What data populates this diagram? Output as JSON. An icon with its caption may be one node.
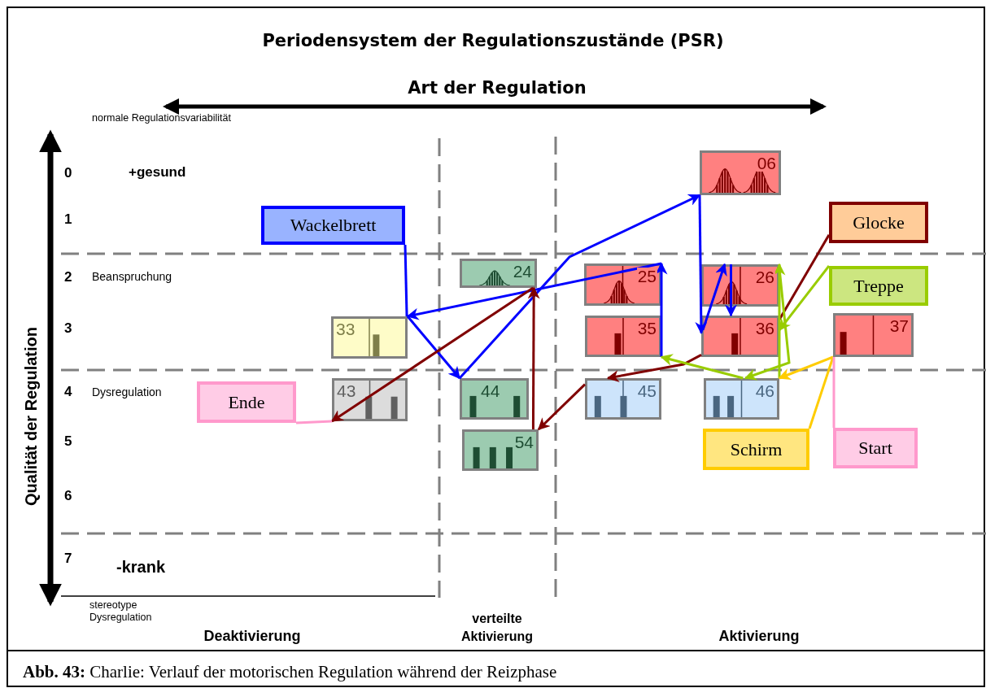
{
  "diagram": {
    "title": "Periodensystem der Regulationszustände (PSR)",
    "caption": "**Abb. 43:** Charlie: Verlauf der motorischen Regulation während der Reizphase",
    "nodes": [
      {
        "text": [
          "Wackelbrett"
        ]
      },
      {
        "text": [
          "Glocke"
        ]
      },
      {
        "text": [
          "Treppe"
        ]
      },
      {
        "text": [
          "Schirm"
        ]
      },
      {
        "text": [
          "Start"
        ]
      },
      {
        "text": [
          "Ende"
        ]
      },
      {
        "text": [
          "06"
        ]
      },
      {
        "text": [
          "24"
        ]
      },
      {
        "text": [
          "25"
        ]
      },
      {
        "text": [
          "26"
        ]
      },
      {
        "text": [
          "33"
        ]
      },
      {
        "text": [
          "35"
        ]
      },
      {
        "text": [
          "36"
        ]
      },
      {
        "text": [
          "37"
        ]
      },
      {
        "text": [
          "43"
        ]
      },
      {
        "text": [
          "44"
        ]
      },
      {
        "text": [
          "45"
        ]
      },
      {
        "text": [
          "46"
        ]
      },
      {
        "text": [
          "54"
        ]
      }
    ],
    "edges": [
      {
        "from": 0,
        "to": 10,
        "arrow": "none"
      },
      {
        "from": 10,
        "to": 15,
        "arrow": "to"
      },
      {
        "from": 15,
        "to": 6,
        "arrow": "to"
      },
      {
        "from": 6,
        "to": 12,
        "arrow": "to"
      },
      {
        "from": 12,
        "to": 9,
        "arrow": "to"
      },
      {
        "from": 9,
        "to": 12,
        "arrow": "to"
      },
      {
        "from": 11,
        "to": 8,
        "arrow": "to"
      },
      {
        "from": 8,
        "to": 10,
        "arrow": "to"
      },
      {
        "from": 1,
        "to": 12,
        "arrow": "none",
        "color": "#800000"
      },
      {
        "from": 12,
        "to": 16,
        "arrow": "to",
        "color": "#800000"
      },
      {
        "from": 16,
        "to": 18,
        "arrow": "to",
        "color": "#800000"
      },
      {
        "from": 18,
        "to": 7,
        "arrow": "to",
        "color": "#800000"
      },
      {
        "from": 7,
        "to": 14,
        "arrow": "to",
        "color": "#800000"
      },
      {
        "from": 2,
        "to": 12,
        "arrow": "to",
        "color": "#99cc00"
      },
      {
        "from": 17,
        "to": 9,
        "arrow": "to",
        "color": "#99cc00"
      },
      {
        "from": 9,
        "to": 17,
        "arrow": "to",
        "color": "#99cc00"
      },
      {
        "from": 17,
        "to": 11,
        "arrow": "to",
        "color": "#99cc00"
      },
      {
        "from": 3,
        "to": 13,
        "arrow": "none",
        "color": "#ffcc00"
      },
      {
        "from": 13,
        "to": 17,
        "arrow": "to",
        "color": "#ffcc00"
      },
      {
        "from": 4,
        "to": 13,
        "arrow": "none",
        "color": "#ff99cc"
      },
      {
        "from": 5,
        "to": 14,
        "arrow": "none",
        "color": "#ff99cc"
      }
    ],
    "labels": [
      "Art der Regulation",
      "normale Regulationsvariabilität",
      "0",
      "+gesund",
      "1",
      "2",
      "Beanspruchung",
      "3",
      "4",
      "Dysregulation",
      "5",
      "6",
      "7",
      "-krank",
      "stereotype Dysregulation",
      "verteilte Aktivierung",
      "Deaktivierung",
      "Aktivierung",
      "Qualität der Regulation"
    ]
  }
}
